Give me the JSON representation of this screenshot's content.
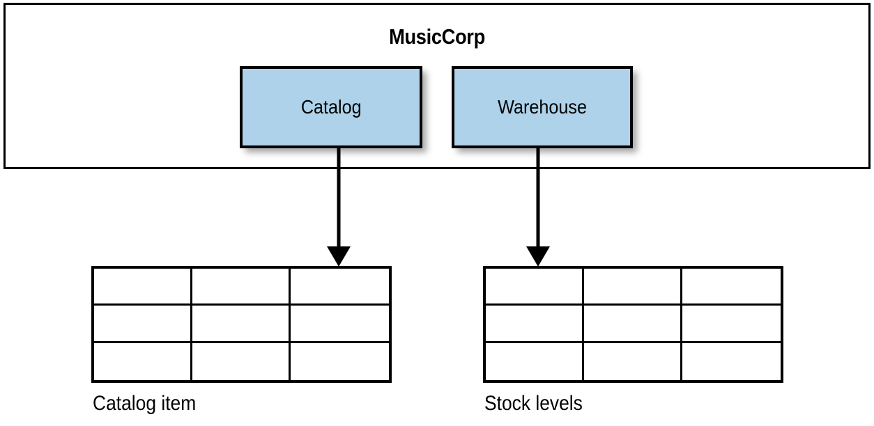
{
  "diagram": {
    "type": "architecture-diagram",
    "organisation": {
      "title": "MusicCorp"
    },
    "services": [
      {
        "id": "catalog",
        "label": "Catalog",
        "fill_color": "#aed2e9",
        "border_color": "#000000"
      },
      {
        "id": "warehouse",
        "label": "Warehouse",
        "fill_color": "#aed2e9",
        "border_color": "#000000"
      }
    ],
    "databases": [
      {
        "id": "catalog-item",
        "label": "Catalog item",
        "rows": 3,
        "columns": 3,
        "cells": [
          [
            "",
            "",
            ""
          ],
          [
            "",
            "",
            ""
          ],
          [
            "",
            "",
            ""
          ]
        ]
      },
      {
        "id": "stock-levels",
        "label": "Stock levels",
        "rows": 3,
        "columns": 3,
        "cells": [
          [
            "",
            "",
            ""
          ],
          [
            "",
            "",
            ""
          ],
          [
            "",
            "",
            ""
          ]
        ]
      }
    ],
    "connections": [
      {
        "id": "catalog-to-catalog-item",
        "from": "catalog",
        "to": "catalog-item",
        "style": "solid-arrow",
        "direction": "down"
      },
      {
        "id": "warehouse-to-stock-levels",
        "from": "warehouse",
        "to": "stock-levels",
        "style": "solid-arrow",
        "direction": "down"
      }
    ],
    "colors": {
      "service_fill": "#aed2e9",
      "stroke": "#000000",
      "background": "#ffffff"
    }
  }
}
